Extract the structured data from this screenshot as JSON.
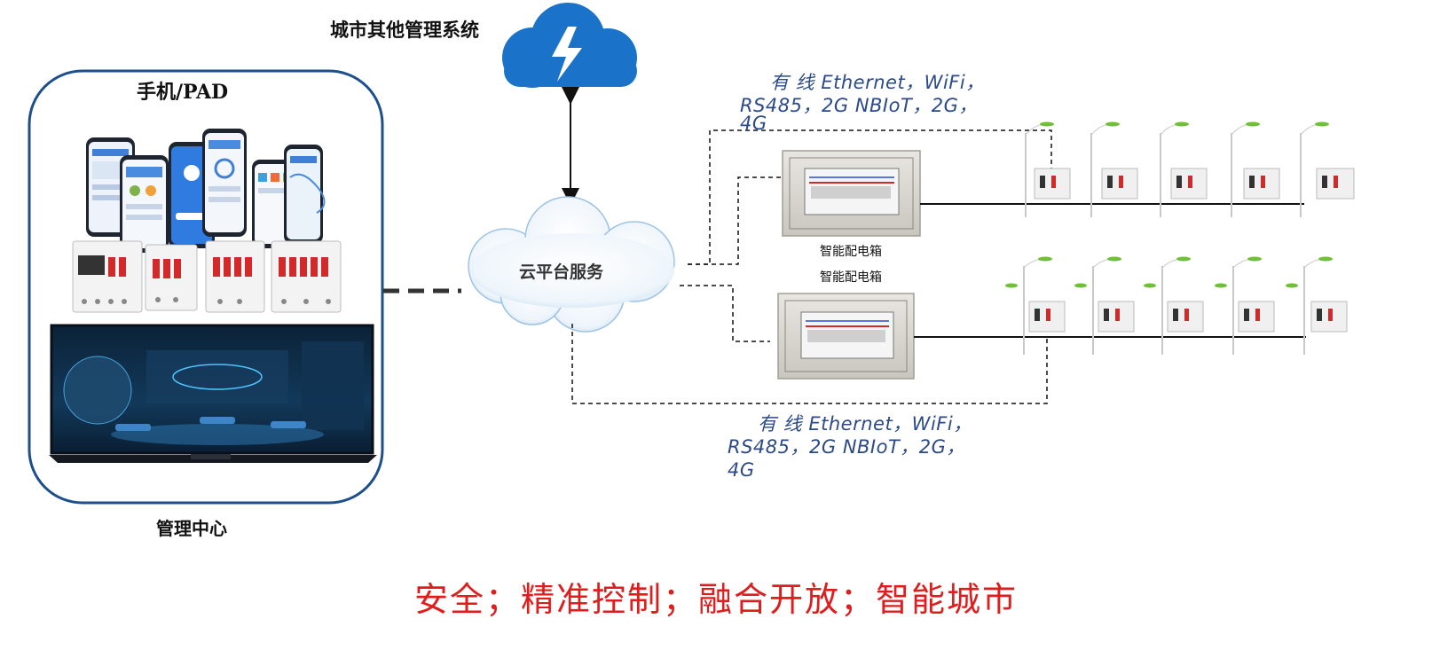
{
  "top_system": {
    "label": "城市其他管理系统"
  },
  "management": {
    "device_label": "手机/PAD",
    "center_label": "管理中心"
  },
  "cloud": {
    "label": "云平台服务"
  },
  "protocols": {
    "top": [
      "有 线 Ethernet，WiFi，",
      "RS485，2G NBIoT，2G，",
      "4G"
    ],
    "bottom": [
      "有 线 Ethernet，WiFi，",
      "RS485，2G NBIoT，2G，",
      "4G"
    ]
  },
  "boxes": [
    {
      "label": "智能配电箱"
    },
    {
      "label": "智能配电箱"
    }
  ],
  "slogan": "安全；精准控制；融合开放；智能城市",
  "colors": {
    "frame": "#1d4f8c",
    "cloud_blue": "#1a73c9",
    "slogan": "#e01c1c",
    "protocol_text": "#2b4a8a",
    "breaker_red": "#d22a2a",
    "leaf_green": "#6fbf3a"
  }
}
